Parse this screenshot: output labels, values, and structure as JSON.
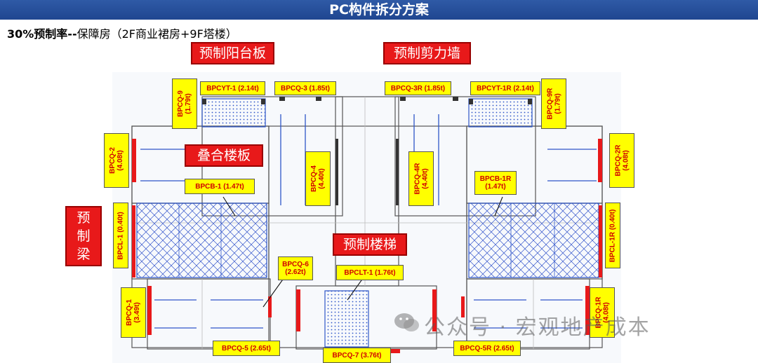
{
  "header": {
    "title": "PC构件拆分方案"
  },
  "subtitle": {
    "bold": "30%预制率--",
    "rest": "保障房（2F商业裙房+9F塔楼）"
  },
  "callouts": {
    "balcony": "预制阳台板",
    "shear_wall": "预制剪力墙",
    "slab": "叠合楼板",
    "beam": [
      "预",
      "制",
      "梁"
    ],
    "stair": "预制楼梯"
  },
  "labels": {
    "bpcyt1": "BPCYT-1 (2.14t)",
    "bpcq3": "BPCQ-3 (1.85t)",
    "bpcq3r": "BPCQ-3R (1.85t)",
    "bpcyt1r": "BPCYT-1R (2.14t)",
    "bpcq9": "BPCQ-9\n(1.79t)",
    "bpcq9r": "BPCQ-9R\n(1.79t)",
    "bpcq2": "BPCQ-2\n(4.08t)",
    "bpcq2r": "BPCQ-2R\n(4.08t)",
    "bpcq4": "BPCQ-4\n(4.40t)",
    "bpcq4r": "BPCQ-4R\n(4.40t)",
    "bpcb1": "BPCB-1 (1.47t)",
    "bpcb1r": "BPCB-1R\n(1.47t)",
    "bpcl1": "BPCL-1 (0.40t)",
    "bpcl1r": "BPCL-1R (0.40t)",
    "bpcq6": "BPCQ-6\n(2.62t)",
    "bpclt1": "BPCLT-1 (1.76t)",
    "bpcq1": "BPCQ-1\n(3.49t)",
    "bpcq1r": "BPCQ-1R\n(4.08t)",
    "bpcq5": "BPCQ-5 (2.65t)",
    "bpcq7": "BPCQ-7 (3.76t)",
    "bpcq5r": "BPCQ-5R (2.65t)"
  },
  "watermark": "公众号 · 宏观地产成本",
  "colors": {
    "title_bg": "#1f4690",
    "callout": "#e8191a",
    "label_bg": "#ffff00",
    "label_text": "#d00000",
    "wall_red": "#e8191a",
    "slab_blue": "#2f56c8"
  }
}
